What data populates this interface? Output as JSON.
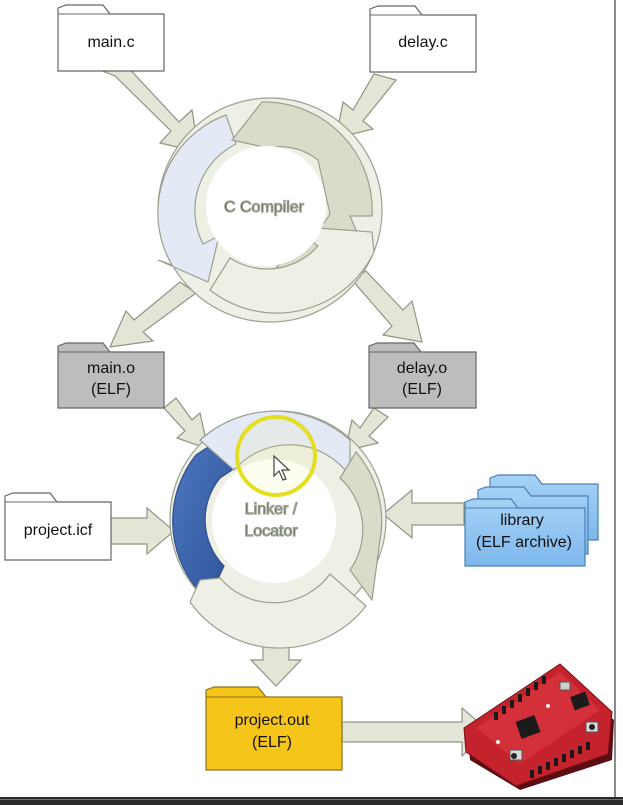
{
  "files": {
    "main_c": "main.c",
    "delay_c": "delay.c",
    "main_o": [
      "main.o",
      "(ELF)"
    ],
    "delay_o": [
      "delay.o",
      "(ELF)"
    ],
    "project_icf": "project.icf",
    "library": [
      "library",
      "(ELF archive)"
    ],
    "project_out": [
      "project.out",
      "(ELF)"
    ]
  },
  "stages": {
    "compiler": "C Compiler",
    "linker": [
      "Linker /",
      "Locator"
    ]
  },
  "colors": {
    "arrow_fill": "#e3e6d6",
    "arrow_stroke": "#8f9582",
    "folder_white": "#ffffff",
    "folder_gray": "#bdbdbd",
    "folder_blue": "#8ec3f2",
    "folder_yellow": "#f6c519",
    "linker_dark_blue": "#3f67ad",
    "highlight_ring": "#e3de1f"
  },
  "icons": {
    "cursor": "mouse-pointer-icon",
    "board": "dev-board-image"
  }
}
